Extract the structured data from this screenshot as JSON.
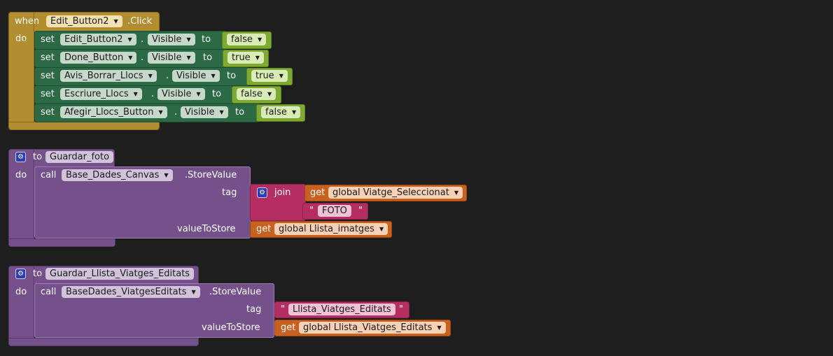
{
  "event": {
    "when": "when",
    "component": "Edit_Button2",
    "suffix": ".Click",
    "do": "do",
    "rows": [
      {
        "set": "set",
        "component": "Edit_Button2",
        "dot": ".",
        "property": "Visible",
        "to": "to",
        "value": "false"
      },
      {
        "set": "set",
        "component": "Done_Button",
        "dot": ".",
        "property": "Visible",
        "to": "to",
        "value": "true"
      },
      {
        "set": "set",
        "component": "Avis_Borrar_Llocs",
        "dot": ".",
        "property": "Visible",
        "to": "to",
        "value": "true"
      },
      {
        "set": "set",
        "component": "Escriure_Llocs",
        "dot": ".",
        "property": "Visible",
        "to": "to",
        "value": "false"
      },
      {
        "set": "set",
        "component": "Afegir_Llocs_Button",
        "dot": ".",
        "property": "Visible",
        "to": "to",
        "value": "false"
      }
    ]
  },
  "proc1": {
    "to": "to",
    "name": "Guardar_foto",
    "do": "do",
    "call": "call",
    "component": "Base_Dades_Canvas",
    "method": ".StoreValue",
    "tag_label": "tag",
    "join": "join",
    "get1": "get",
    "var1": "global Viatge_Seleccionat",
    "open_quote": "\"",
    "text": "FOTO",
    "close_quote": "\"",
    "value_label": "valueToStore",
    "get2": "get",
    "var2": "global Llista_imatges"
  },
  "proc2": {
    "to": "to",
    "name": "Guardar_Llista_Viatges_Editats",
    "do": "do",
    "call": "call",
    "component": "BaseDades_ViatgesEditats",
    "method": ".StoreValue",
    "tag_label": "tag",
    "open_quote": "\"",
    "text": "Llista_Viatges_Editats",
    "close_quote": "\"",
    "value_label": "valueToStore",
    "get": "get",
    "var": "global Llista_Viatges_Editats"
  },
  "icons": {
    "dropdown": "dropdown-arrow-icon",
    "gear": "gear-icon"
  },
  "colors": {
    "background": "#1e1e1e",
    "event_block": "#b38e31",
    "set_block": "#2c6945",
    "logic_block": "#7eaa33",
    "procedure_block": "#74518a",
    "text_block": "#b52e62",
    "variable_block": "#c8611f"
  }
}
